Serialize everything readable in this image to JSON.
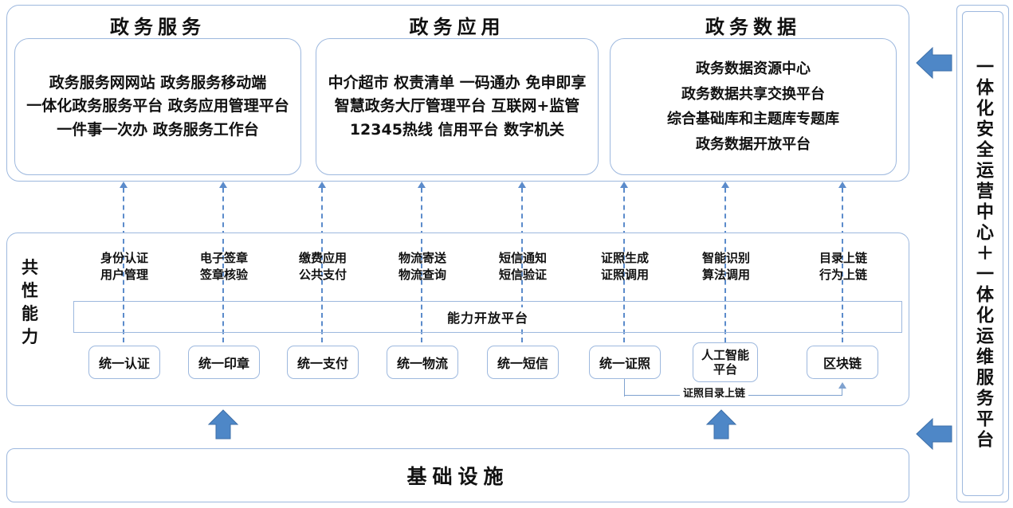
{
  "diagram": {
    "accent_blue": "#4E87C7",
    "border_blue": "#9DB8DE",
    "dash_blue": "#5B8BCB"
  },
  "top_layer": {
    "sections": [
      {
        "title": "政务服务",
        "lines": [
          "政务服务网网站 政务服务移动端",
          "一体化政务服务平台 政务应用管理平台",
          "一件事一次办 政务服务工作台"
        ]
      },
      {
        "title": "政务应用",
        "lines": [
          "中介超市 权责清单 一码通办 免申即享",
          "智慧政务大厅管理平台 互联网+监管",
          "12345热线 信用平台 数字机关"
        ]
      },
      {
        "title": "政务数据",
        "lines": [
          "政务数据资源中心",
          "政务数据共享交换平台",
          "综合基础库和主题库专题库",
          "政务数据开放平台"
        ]
      }
    ]
  },
  "middle_layer": {
    "side_label": "共性能力",
    "side_label_chars": [
      "共",
      "性",
      "能",
      "力"
    ],
    "ability_bar_label": "能力开放平台",
    "columns": [
      {
        "title_lines": [
          "身份认证",
          "用户管理"
        ],
        "box": "统一认证"
      },
      {
        "title_lines": [
          "电子签章",
          "签章核验"
        ],
        "box": "统一印章"
      },
      {
        "title_lines": [
          "缴费应用",
          "公共支付"
        ],
        "box": "统一支付"
      },
      {
        "title_lines": [
          "物流寄送",
          "物流查询"
        ],
        "box": "统一物流"
      },
      {
        "title_lines": [
          "短信通知",
          "短信验证"
        ],
        "box": "统一短信"
      },
      {
        "title_lines": [
          "证照生成",
          "证照调用"
        ],
        "box": "统一证照"
      },
      {
        "title_lines": [
          "智能识别",
          "算法调用"
        ],
        "box_lines": [
          "人工智能",
          "平台"
        ]
      },
      {
        "title_lines": [
          "目录上链",
          "行为上链"
        ],
        "box": "区块链"
      }
    ],
    "connector_label": "证照目录上链"
  },
  "bottom_layer": {
    "title": "基础设施"
  },
  "right_panel": {
    "text": "一体化安全运营中心＋一体化运维服务平台"
  }
}
